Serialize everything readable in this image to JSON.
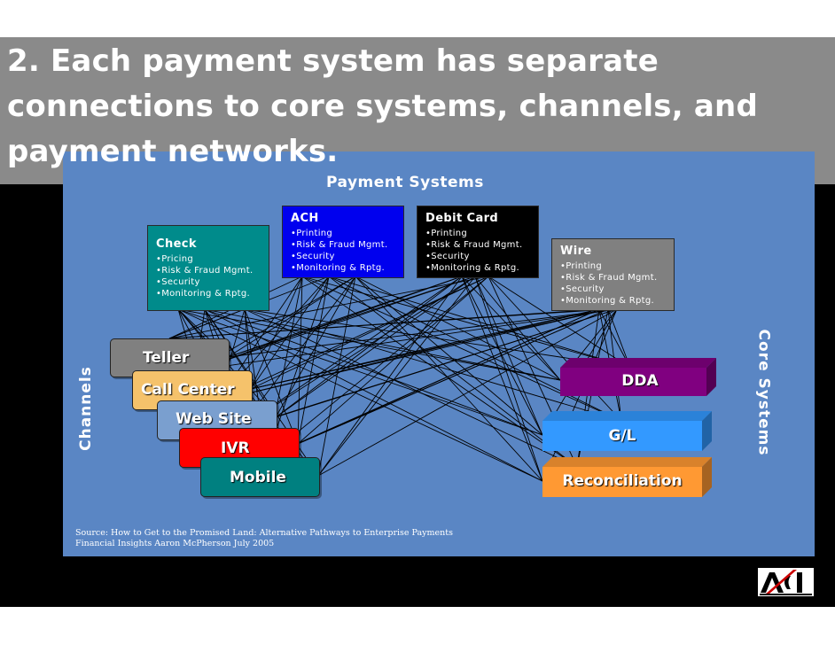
{
  "title": "2.  Each payment system has separate connections to core systems, channels, and payment networks.",
  "diagram": {
    "heading": "Payment Systems",
    "payment_systems": [
      {
        "id": "check",
        "name": "Check",
        "color": "#008b8b",
        "features": [
          "•Pricing",
          "•Risk & Fraud Mgmt.",
          "•Security",
          "•Monitoring & Rptg."
        ]
      },
      {
        "id": "ach",
        "name": "ACH",
        "color": "#0000ee",
        "features": [
          "•Printing",
          "•Risk & Fraud Mgmt.",
          "•Security",
          "•Monitoring & Rptg."
        ]
      },
      {
        "id": "debit",
        "name": "Debit Card",
        "color": "#000000",
        "features": [
          "•Printing",
          "•Risk & Fraud Mgmt.",
          "•Security",
          "•Monitoring & Rptg."
        ]
      },
      {
        "id": "wire",
        "name": "Wire",
        "color": "#808080",
        "features": [
          "•Printing",
          "•Risk & Fraud Mgmt.",
          "•Security",
          "•Monitoring & Rptg."
        ]
      }
    ],
    "channels_label": "Channels",
    "channels": [
      {
        "id": "teller",
        "name": "Teller",
        "color": "#808080"
      },
      {
        "id": "callcenter",
        "name": "Call Center",
        "color": "#f5c26b"
      },
      {
        "id": "website",
        "name": "Web Site",
        "color": "#7a9fcf"
      },
      {
        "id": "ivr",
        "name": "IVR",
        "color": "#ff0000"
      },
      {
        "id": "mobile",
        "name": "Mobile",
        "color": "#008080"
      }
    ],
    "core_label": "Core Systems",
    "core_systems": [
      {
        "id": "dda",
        "name": "DDA",
        "color": "#800080"
      },
      {
        "id": "gl",
        "name": "G/L",
        "color": "#3399ff"
      },
      {
        "id": "recon",
        "name": "Reconciliation",
        "color": "#ff9933"
      }
    ],
    "source_lines": [
      "Source:  How to Get to the Promised Land:  Alternative Pathways to Enterprise Payments",
      "Financial Insights Aaron McPherson July 2005"
    ]
  },
  "logo_text": "ACI"
}
